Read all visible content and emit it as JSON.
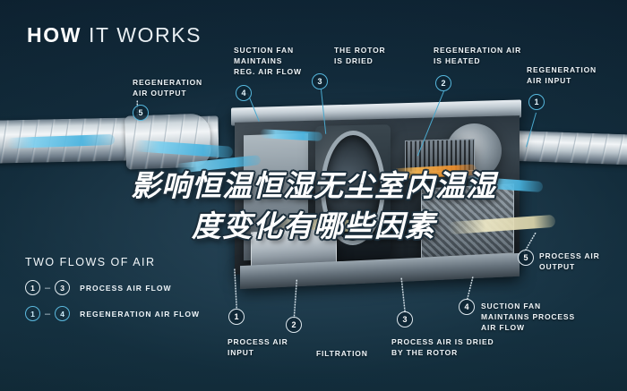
{
  "title": {
    "bold": "HOW",
    "light": "IT WORKS"
  },
  "headline": {
    "line1": "影响恒温恒湿无尘室内温湿",
    "line2": "度变化有哪些因素"
  },
  "callouts": [
    {
      "id": "regeneration-air-output",
      "number": "5",
      "label": "REGENERATION\nAIR OUTPUT"
    },
    {
      "id": "suction-fan-reg",
      "number": "4",
      "label": "SUCTION FAN\nMAINTAINS\nREG. AIR FLOW"
    },
    {
      "id": "rotor-dried",
      "number": "3",
      "label": "THE ROTOR\nIS DRIED"
    },
    {
      "id": "regeneration-air-heated",
      "number": "2",
      "label": "REGENERATION AIR\nIS HEATED"
    },
    {
      "id": "regeneration-air-input",
      "number": "1",
      "label": "REGENERATION\nAIR INPUT"
    },
    {
      "id": "process-air-output",
      "number": "5",
      "label": "PROCESS AIR\nOUTPUT"
    },
    {
      "id": "suction-fan-process",
      "number": "4",
      "label": "SUCTION FAN\nMAINTAINS PROCESS\nAIR FLOW"
    },
    {
      "id": "process-air-dried",
      "number": "3",
      "label": "PROCESS AIR IS DRIED\nBY THE ROTOR"
    },
    {
      "id": "filtration",
      "number": "2",
      "label": "FILTRATION"
    },
    {
      "id": "process-air-input",
      "number": "1",
      "label": "PROCESS AIR\nINPUT"
    }
  ],
  "legend": {
    "heading": "TWO FLOWS OF AIR",
    "rows": [
      {
        "from": "1",
        "dash": "–",
        "to": "3",
        "label": "PROCESS AIR FLOW",
        "style": "white"
      },
      {
        "from": "1",
        "dash": "–",
        "to": "4",
        "label": "REGENERATION AIR FLOW",
        "style": "cyan"
      }
    ]
  },
  "colors": {
    "background": "#102734",
    "accent_cyan": "#4aa8cd",
    "text": "#eef4f8",
    "heat_orange": "#ef8e2a"
  }
}
